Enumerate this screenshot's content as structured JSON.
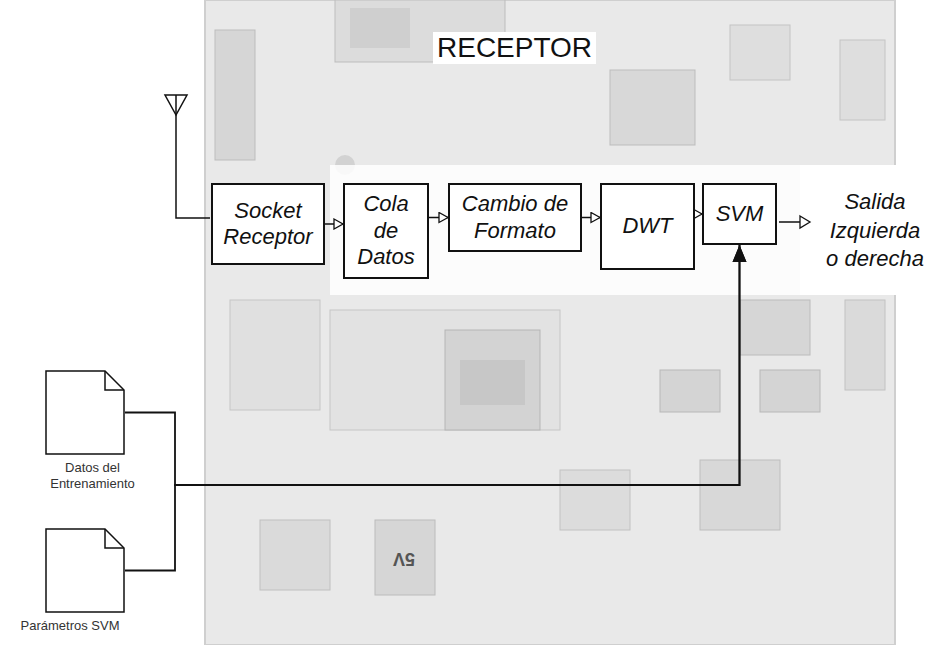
{
  "diagram": {
    "nodes": [
      {
        "text": [
          "Socket Receptor"
        ]
      },
      {
        "text": [
          "Cola de Datos"
        ]
      },
      {
        "text": [
          "Cambio de Formato"
        ]
      },
      {
        "text": [
          "DWT"
        ]
      },
      {
        "text": [
          "SVM"
        ]
      },
      {
        "text": [
          "Datos del Entrenamiento"
        ]
      },
      {
        "text": [
          "Parámetros SVM"
        ]
      }
    ],
    "edges": [
      {
        "from": 0,
        "to": 1,
        "arrow": "to"
      },
      {
        "from": 1,
        "to": 2,
        "arrow": "to"
      },
      {
        "from": 2,
        "to": 3,
        "arrow": "to"
      },
      {
        "from": 3,
        "to": 4,
        "arrow": "to"
      },
      {
        "from": 5,
        "to": 4,
        "arrow": "to"
      },
      {
        "from": 6,
        "to": 4,
        "arrow": "to"
      }
    ],
    "labels": [
      "RECEPTOR",
      "Salida Izquierda o derecha",
      "5V"
    ]
  }
}
